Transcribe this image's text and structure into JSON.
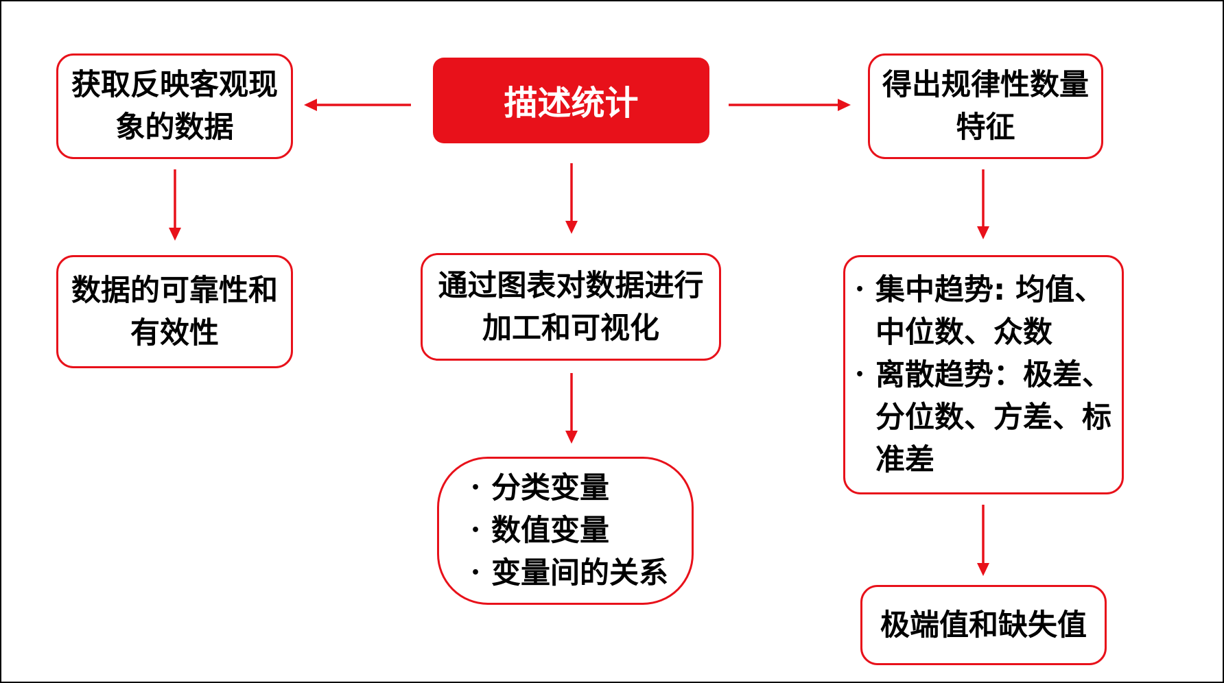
{
  "colors": {
    "accent": "#e8111a",
    "text": "#000000",
    "title_text": "#ffffff",
    "frame": "#000000"
  },
  "center": {
    "title": "描述统计"
  },
  "left": {
    "top": {
      "lines": [
        "获取反映客观现",
        "象的数据"
      ]
    },
    "bottom": {
      "lines": [
        "数据的可靠性和",
        "有效性"
      ]
    }
  },
  "middle": {
    "top": {
      "lines": [
        "通过图表对数据进行",
        "加工和可视化"
      ]
    },
    "bottom": {
      "items": [
        "分类变量",
        "数值变量",
        "变量间的关系"
      ]
    }
  },
  "right": {
    "top": {
      "lines": [
        "得出规律性数量",
        "特征"
      ]
    },
    "middle": {
      "items": [
        {
          "lines": [
            "集中趋势: 均值、",
            "中位数、众数"
          ]
        },
        {
          "lines": [
            "离散趋势：极差、",
            "分位数、方差、标",
            "准差"
          ]
        }
      ]
    },
    "bottom": {
      "text": "极端值和缺失值"
    }
  }
}
